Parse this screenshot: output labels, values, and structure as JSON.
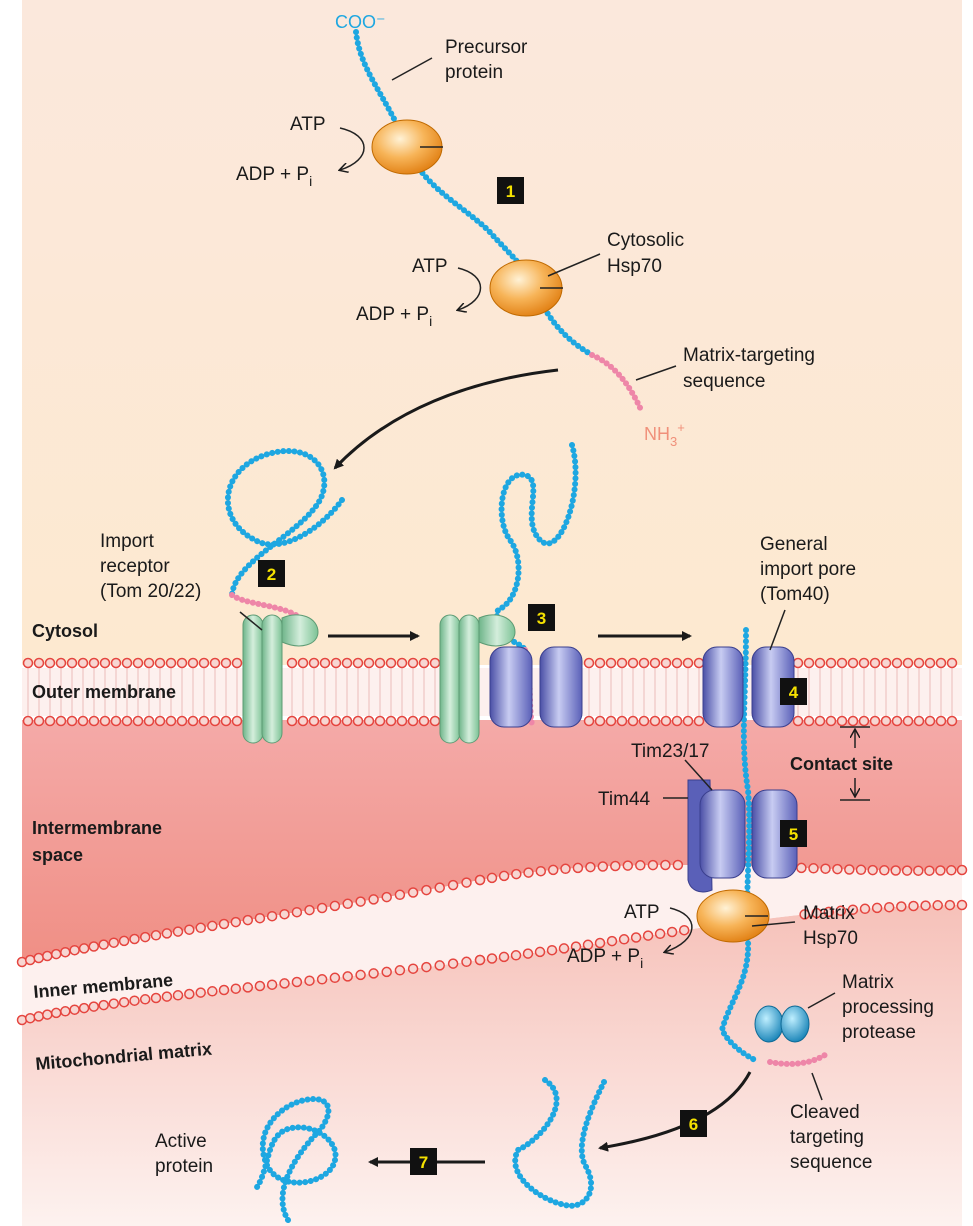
{
  "labels": {
    "coo": "COO⁻",
    "precursor_1": "Precursor",
    "precursor_2": "protein",
    "atp": "ATP",
    "adp_pi": "ADP + P",
    "pi_sub": "i",
    "cytosolic_1": "Cytosolic",
    "cytosolic_2": "Hsp70",
    "matrix_targeting_1": "Matrix-targeting",
    "matrix_targeting_2": "sequence",
    "nh3": "NH",
    "nh3_sub": "3",
    "nh3_sup": "+",
    "import_receptor_1": "Import",
    "import_receptor_2": "receptor",
    "import_receptor_3": "(Tom 20/22)",
    "general_pore_1": "General",
    "general_pore_2": "import pore",
    "general_pore_3": "(Tom40)",
    "cytosol": "Cytosol",
    "outer_membrane": "Outer membrane",
    "contact_site": "Contact site",
    "tim23": "Tim23/17",
    "tim44": "Tim44",
    "intermembrane_1": "Intermembrane",
    "intermembrane_2": "space",
    "matrix_hsp70_1": "Matrix",
    "matrix_hsp70_2": "Hsp70",
    "inner_membrane": "Inner membrane",
    "matrix_protease_1": "Matrix",
    "matrix_protease_2": "processing",
    "matrix_protease_3": "protease",
    "mito_matrix": "Mitochondrial matrix",
    "cleaved_1": "Cleaved",
    "cleaved_2": "targeting",
    "cleaved_3": "sequence",
    "active_1": "Active",
    "active_2": "protein"
  },
  "steps": [
    "1",
    "2",
    "3",
    "4",
    "5",
    "6",
    "7"
  ],
  "colors": {
    "protein": "#1ea7e1",
    "targeting": "#ee86a8",
    "hsp70": "#f39a30",
    "pore": "#6f76c6",
    "receptor": "#8fc9a4",
    "membrane_head": "#e5453f",
    "nh3": "#f0907a"
  }
}
